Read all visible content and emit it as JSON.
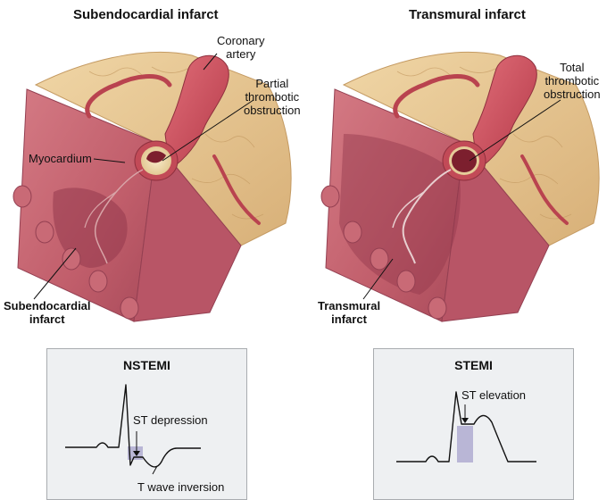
{
  "left_panel": {
    "title": "Subendocardial infarct",
    "coronary_artery": "Coronary\nartery",
    "obstruction": "Partial\nthrombotic\nobstruction",
    "myocardium": "Myocardium",
    "infarct": "Subendocardial\ninfarct"
  },
  "right_panel": {
    "title": "Transmural infarct",
    "obstruction": "Total\nthrombotic\nobstruction",
    "infarct": "Transmural\ninfarct"
  },
  "ecg_left": {
    "title": "NSTEMI",
    "st_label": "ST depression",
    "t_label": "T wave inversion"
  },
  "ecg_right": {
    "title": "STEMI",
    "st_label": "ST elevation"
  },
  "colors": {
    "muscle": "#c6656f",
    "muscle_dark": "#a8475a",
    "fat": "#e5c48e",
    "artery": "#c84a57",
    "highlight": "#b9b6d6",
    "panel_bg": "#eef0f2"
  }
}
